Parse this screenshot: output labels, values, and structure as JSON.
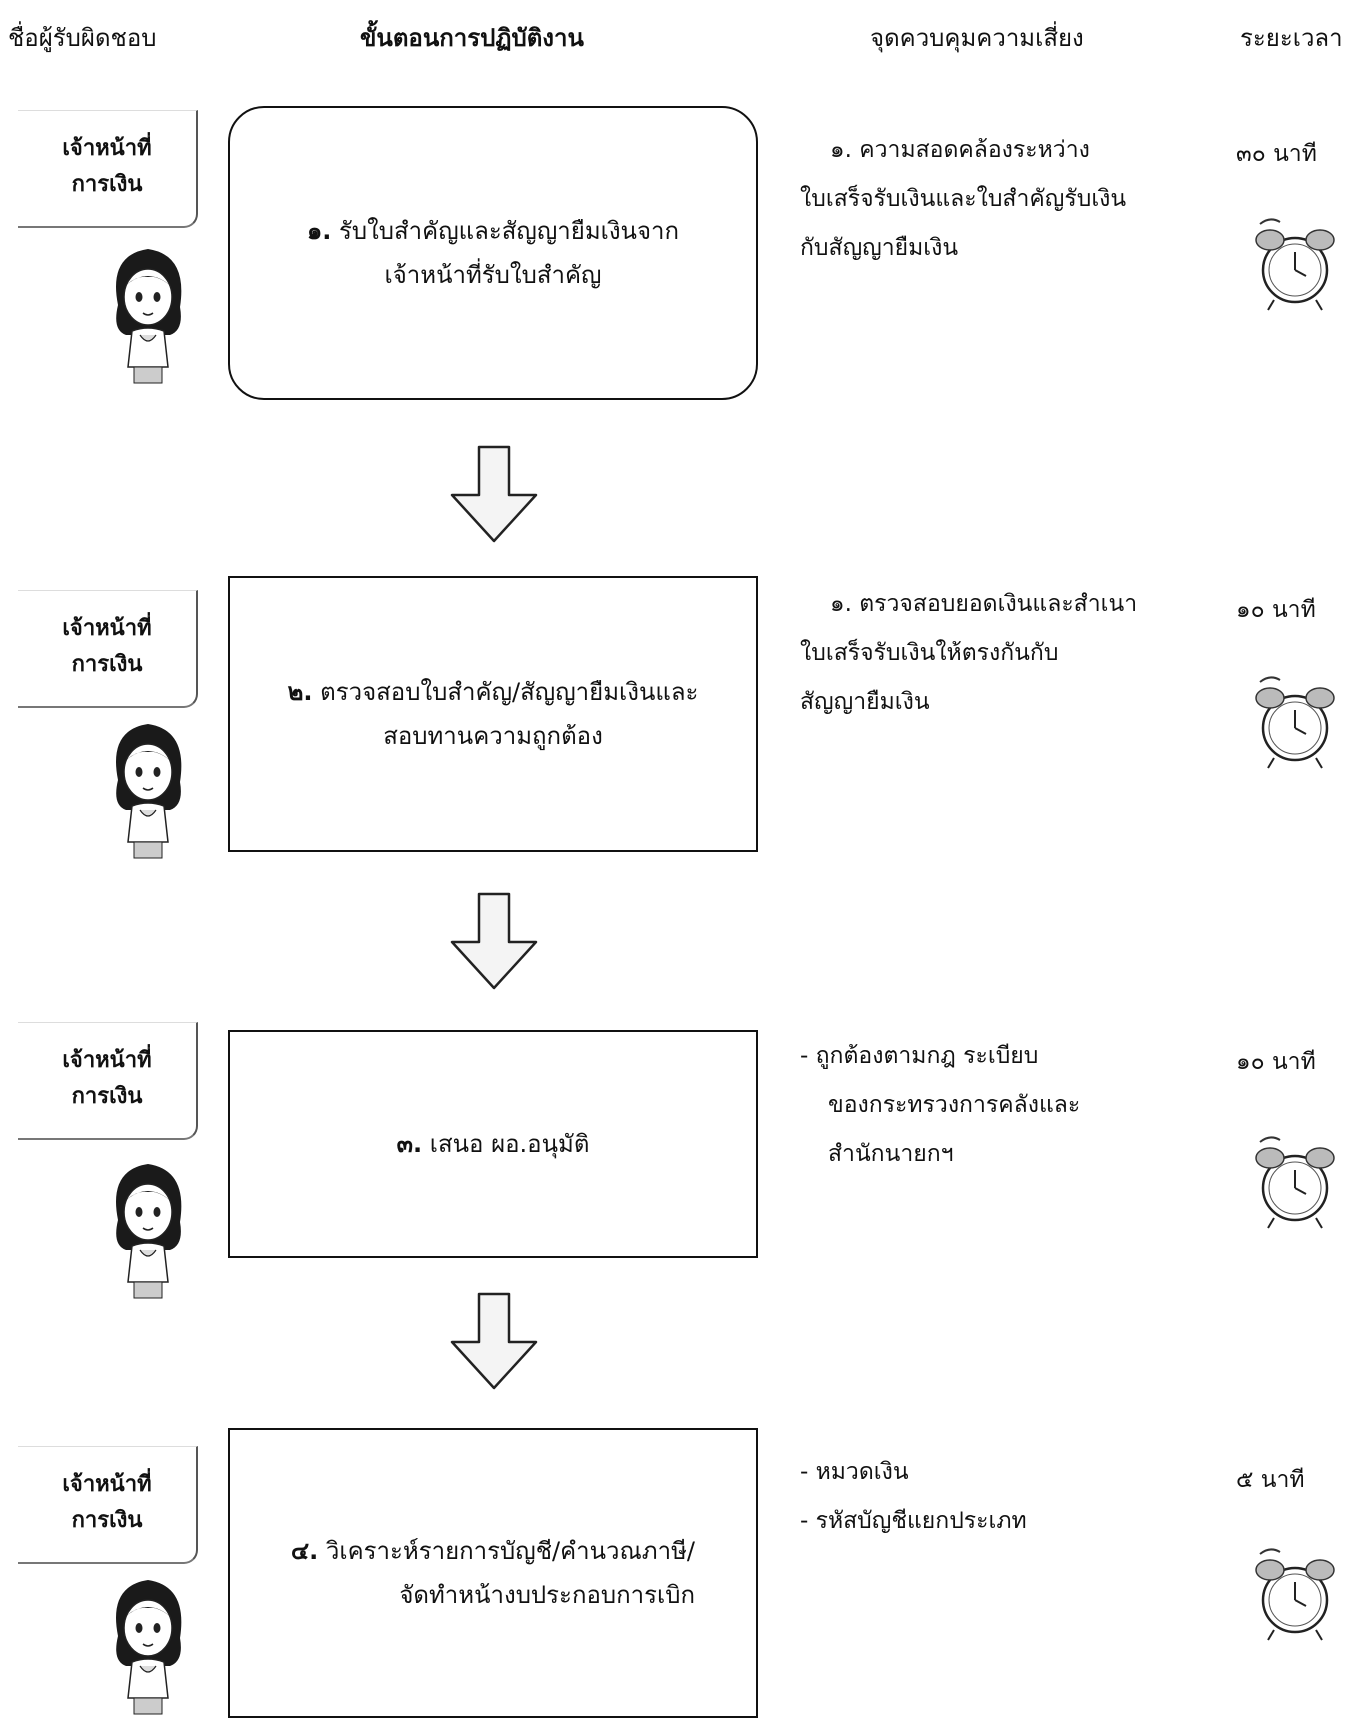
{
  "headers": {
    "responsible": "ชื่อผู้รับผิดชอบ",
    "steps": "ขั้นตอนการปฏิบัติงาน",
    "risk_control": "จุดควบคุมความเสี่ยง",
    "duration": "ระยะเวลา"
  },
  "rows": [
    {
      "role_line1": "เจ้าหน้าที่",
      "role_line2": "การเงิน",
      "step_num": "๑.",
      "step_text_1": "รับใบสำคัญและสัญญายืมเงินจาก",
      "step_text_2": "เจ้าหน้าที่รับใบสำคัญ",
      "control": [
        "๑. ความสอดคล้องระหว่าง",
        "ใบเสร็จรับเงินและใบสำคัญรับเงิน",
        "กับสัญญายืมเงิน"
      ],
      "time": "๓๐ นาที"
    },
    {
      "role_line1": "เจ้าหน้าที่",
      "role_line2": "การเงิน",
      "step_num": "๒.",
      "step_text_1": "ตรวจสอบใบสำคัญ/สัญญายืมเงินและ",
      "step_text_2": "สอบทานความถูกต้อง",
      "control": [
        "๑. ตรวจสอบยอดเงินและสำเนา",
        "ใบเสร็จรับเงินให้ตรงกันกับ",
        "สัญญายืมเงิน"
      ],
      "time": "๑๐ นาที"
    },
    {
      "role_line1": "เจ้าหน้าที่",
      "role_line2": "การเงิน",
      "step_num": "๓.",
      "step_text_1": "เสนอ ผอ.อนุมัติ",
      "step_text_2": "",
      "control": [
        "- ถูกต้องตามกฎ ระเบียบ",
        "ของกระทรวงการคลังและ",
        "สำนักนายกฯ"
      ],
      "time": "๑๐ นาที"
    },
    {
      "role_line1": "เจ้าหน้าที่",
      "role_line2": "การเงิน",
      "step_num": "๔.",
      "step_text_1": "วิเคราะห์รายการบัญชี/คำนวณภาษี/",
      "step_text_2": "จัดทำหน้างบประกอบการเบิก",
      "control": [
        "- หมวดเงิน",
        "- รหัสบัญชีแยกประเภท"
      ],
      "time": "๕ นาที"
    }
  ]
}
